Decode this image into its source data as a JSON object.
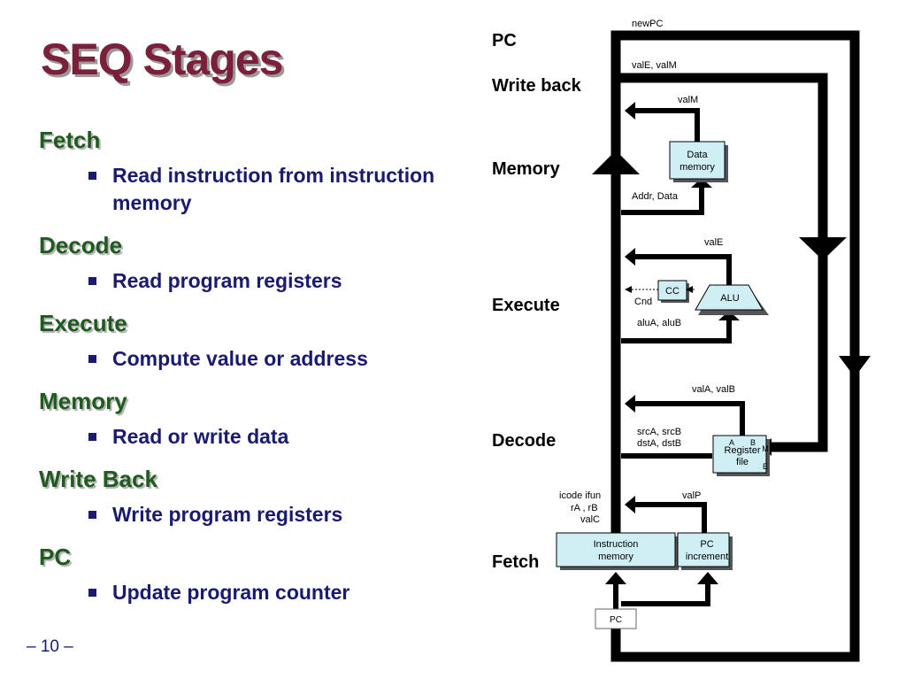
{
  "title": "SEQ Stages",
  "stages": [
    {
      "name": "Fetch",
      "bullet": "Read instruction from instruction memory"
    },
    {
      "name": "Decode",
      "bullet": "Read program registers"
    },
    {
      "name": "Execute",
      "bullet": "Compute value or address"
    },
    {
      "name": "Memory",
      "bullet": "Read or write data"
    },
    {
      "name": "Write Back",
      "bullet": "Write program registers"
    },
    {
      "name": "PC",
      "bullet": "Update program counter"
    }
  ],
  "page_number": "– 10 –",
  "diagram": {
    "stage_labels": {
      "pc": "PC",
      "write_back": "Write back",
      "memory": "Memory",
      "execute": "Execute",
      "decode": "Decode",
      "fetch": "Fetch"
    },
    "signals": {
      "newpc": "newPC",
      "vale_valm": "valE, valM",
      "valm": "valM",
      "addr_data": "Addr, Data",
      "vale": "valE",
      "cnd": "Cnd",
      "alua_alub": "aluA, aluB",
      "vala_valb": "valA, valB",
      "srca_srcb": "srcA, srcB",
      "dsta_dstb": "dstA, dstB",
      "icode_ifun": "icode ifun",
      "ra_rb": "rA , rB",
      "valc": "valC",
      "valp": "valP"
    },
    "blocks": {
      "data_memory_1": "Data",
      "data_memory_2": "memory",
      "cc": "CC",
      "alu": "ALU",
      "register_file_1": "Register",
      "register_file_2": "file",
      "port_a": "A",
      "port_b": "B",
      "port_m": "M",
      "port_e": "E",
      "instruction_memory_1": "Instruction",
      "instruction_memory_2": "memory",
      "pc_increment_1": "PC",
      "pc_increment_2": "increment",
      "pc_register": "PC"
    },
    "colors": {
      "block_fill": "#cfeff4",
      "wire": "#000000",
      "title": "#7b1f3a",
      "heading": "#1f5a1f",
      "bullet": "#1a1a6e"
    }
  }
}
